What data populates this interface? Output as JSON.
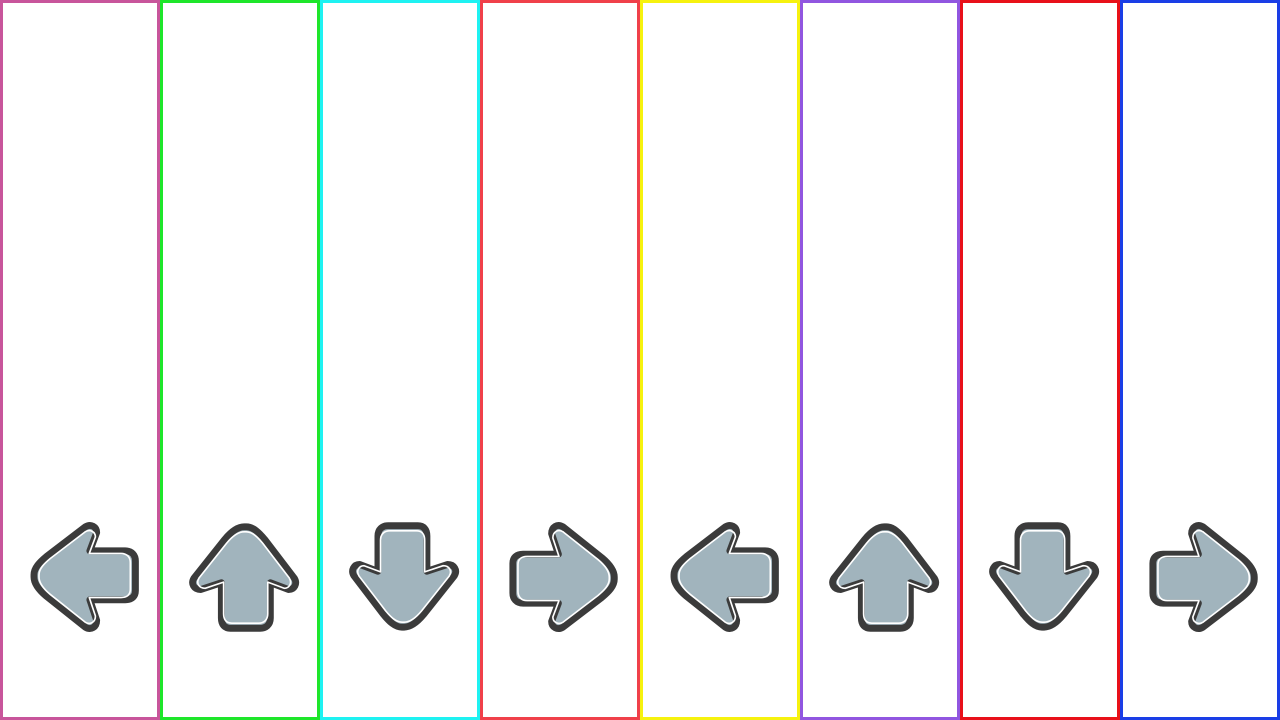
{
  "lanes": [
    {
      "id": "lane-1",
      "direction": "left",
      "border_color": "#c8559b",
      "icon": "arrow-left-icon"
    },
    {
      "id": "lane-2",
      "direction": "up",
      "border_color": "#1ee62a",
      "icon": "arrow-up-icon"
    },
    {
      "id": "lane-3",
      "direction": "down",
      "border_color": "#1ef2f2",
      "icon": "arrow-down-icon"
    },
    {
      "id": "lane-4",
      "direction": "right",
      "border_color": "#f0404a",
      "icon": "arrow-right-icon"
    },
    {
      "id": "lane-5",
      "direction": "left",
      "border_color": "#f6f20f",
      "icon": "arrow-left-icon"
    },
    {
      "id": "lane-6",
      "direction": "up",
      "border_color": "#9156e0",
      "icon": "arrow-up-icon"
    },
    {
      "id": "lane-7",
      "direction": "down",
      "border_color": "#e8101a",
      "icon": "arrow-down-icon"
    },
    {
      "id": "lane-8",
      "direction": "right",
      "border_color": "#1a3ee6",
      "icon": "arrow-right-icon"
    }
  ],
  "colors": {
    "receptor_fill": "#a1b4bd",
    "receptor_outline": "#3b3b3b",
    "receptor_inner_line": "#ffffff"
  }
}
